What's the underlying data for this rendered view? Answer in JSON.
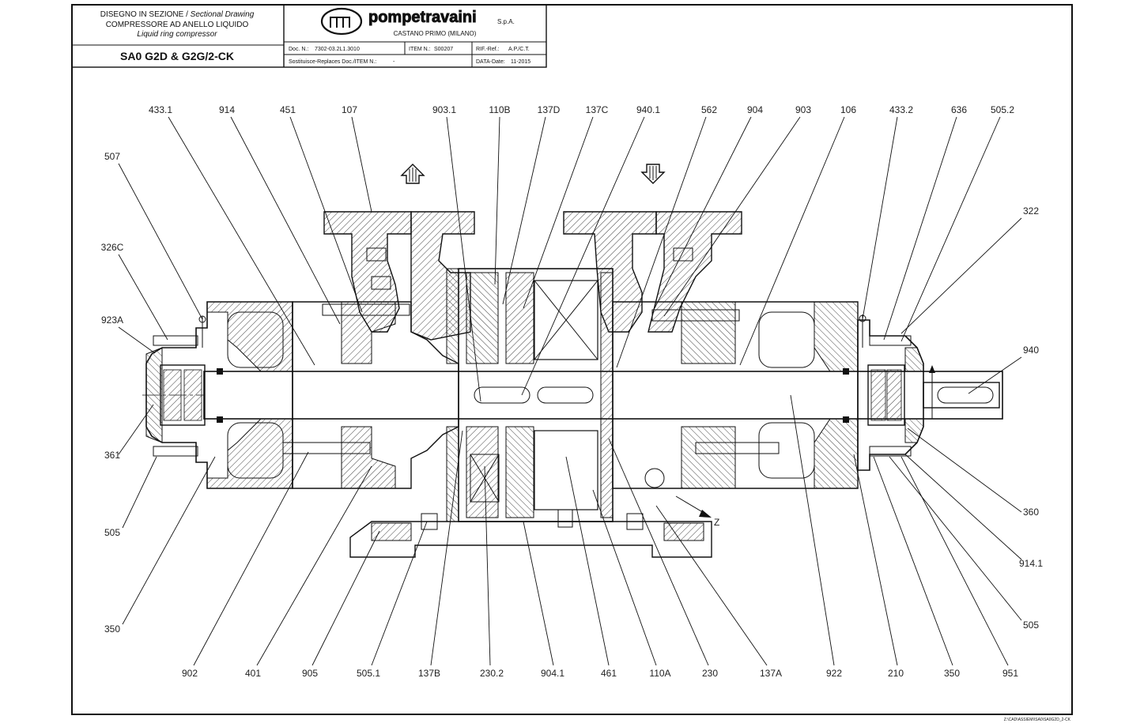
{
  "title_block": {
    "line1_it": "DISEGNO IN SEZIONE /",
    "line1_en": "Sectional Drawing",
    "line2": "COMPRESSORE AD ANELLO LIQUIDO",
    "line3": "Liquid ring compressor",
    "model": "SA0 G2D & G2G/2-CK",
    "company": "pompetravaini",
    "company_suffix": "S.p.A.",
    "city": "CASTANO PRIMO (MILANO)",
    "doc_label": "Doc. N.:",
    "doc_value": "7302-03.2L1.3010",
    "item_label": "ITEM N.:",
    "item_value": "S00207",
    "ref_label": "RIF.-Ref.:",
    "ref_value": "A.P./C.T.",
    "replaces_label": "Sostituisce-Replaces Doc./ITEM N.:",
    "replaces_value": "-",
    "date_label": "DATA-Date:",
    "date_value": "11-2015"
  },
  "footer_path": "Z:\\CAD\\ASSIEMI\\SA0\\SA0G2D_2-CK",
  "direction_marker": "Z",
  "callouts": {
    "top": [
      "433.1",
      "914",
      "451",
      "107",
      "903.1",
      "110B",
      "137D",
      "137C",
      "940.1",
      "562",
      "904",
      "903",
      "106",
      "433.2",
      "636",
      "505.2"
    ],
    "left": [
      "507",
      "326C",
      "923A",
      "361",
      "505",
      "350"
    ],
    "right": [
      "322",
      "940",
      "360",
      "914.1",
      "505"
    ],
    "bottom": [
      "902",
      "401",
      "905",
      "505.1",
      "137B",
      "230.2",
      "904.1",
      "461",
      "110A",
      "230",
      "137A",
      "922",
      "210",
      "350",
      "951"
    ]
  },
  "colors": {
    "ink": "#111111",
    "paper": "#ffffff",
    "hatch": "#444444"
  }
}
